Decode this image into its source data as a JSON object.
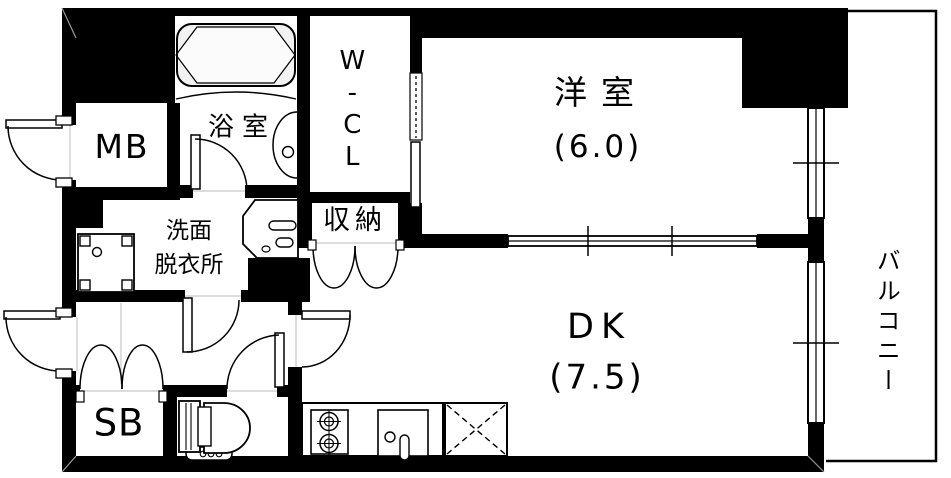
{
  "floorplan": {
    "rooms": {
      "western_room": {
        "label": "洋室",
        "size": "(6.0)"
      },
      "dining_kitchen": {
        "label": "DK",
        "size": "(7.5)"
      },
      "walk_in_closet": {
        "label": "W-CL"
      },
      "closet": {
        "label": "収納"
      },
      "bathroom": {
        "label": "浴室"
      },
      "washroom": {
        "label_line1": "洗面",
        "label_line2": "脱衣所"
      },
      "meter_box": {
        "label": "MB"
      },
      "shoe_box": {
        "label": "SB"
      },
      "balcony": {
        "label": "バルコニー"
      }
    },
    "fixtures": [
      "bathtub",
      "bath-counter",
      "wash-basin",
      "washing-machine-pan",
      "toilet",
      "gas-stove",
      "kitchen-sink",
      "refrigerator-space"
    ],
    "colors": {
      "wall": "#000000",
      "background": "#ffffff",
      "tub_fill": "#f2f2f2",
      "threshold": "#c8c8c8"
    }
  }
}
